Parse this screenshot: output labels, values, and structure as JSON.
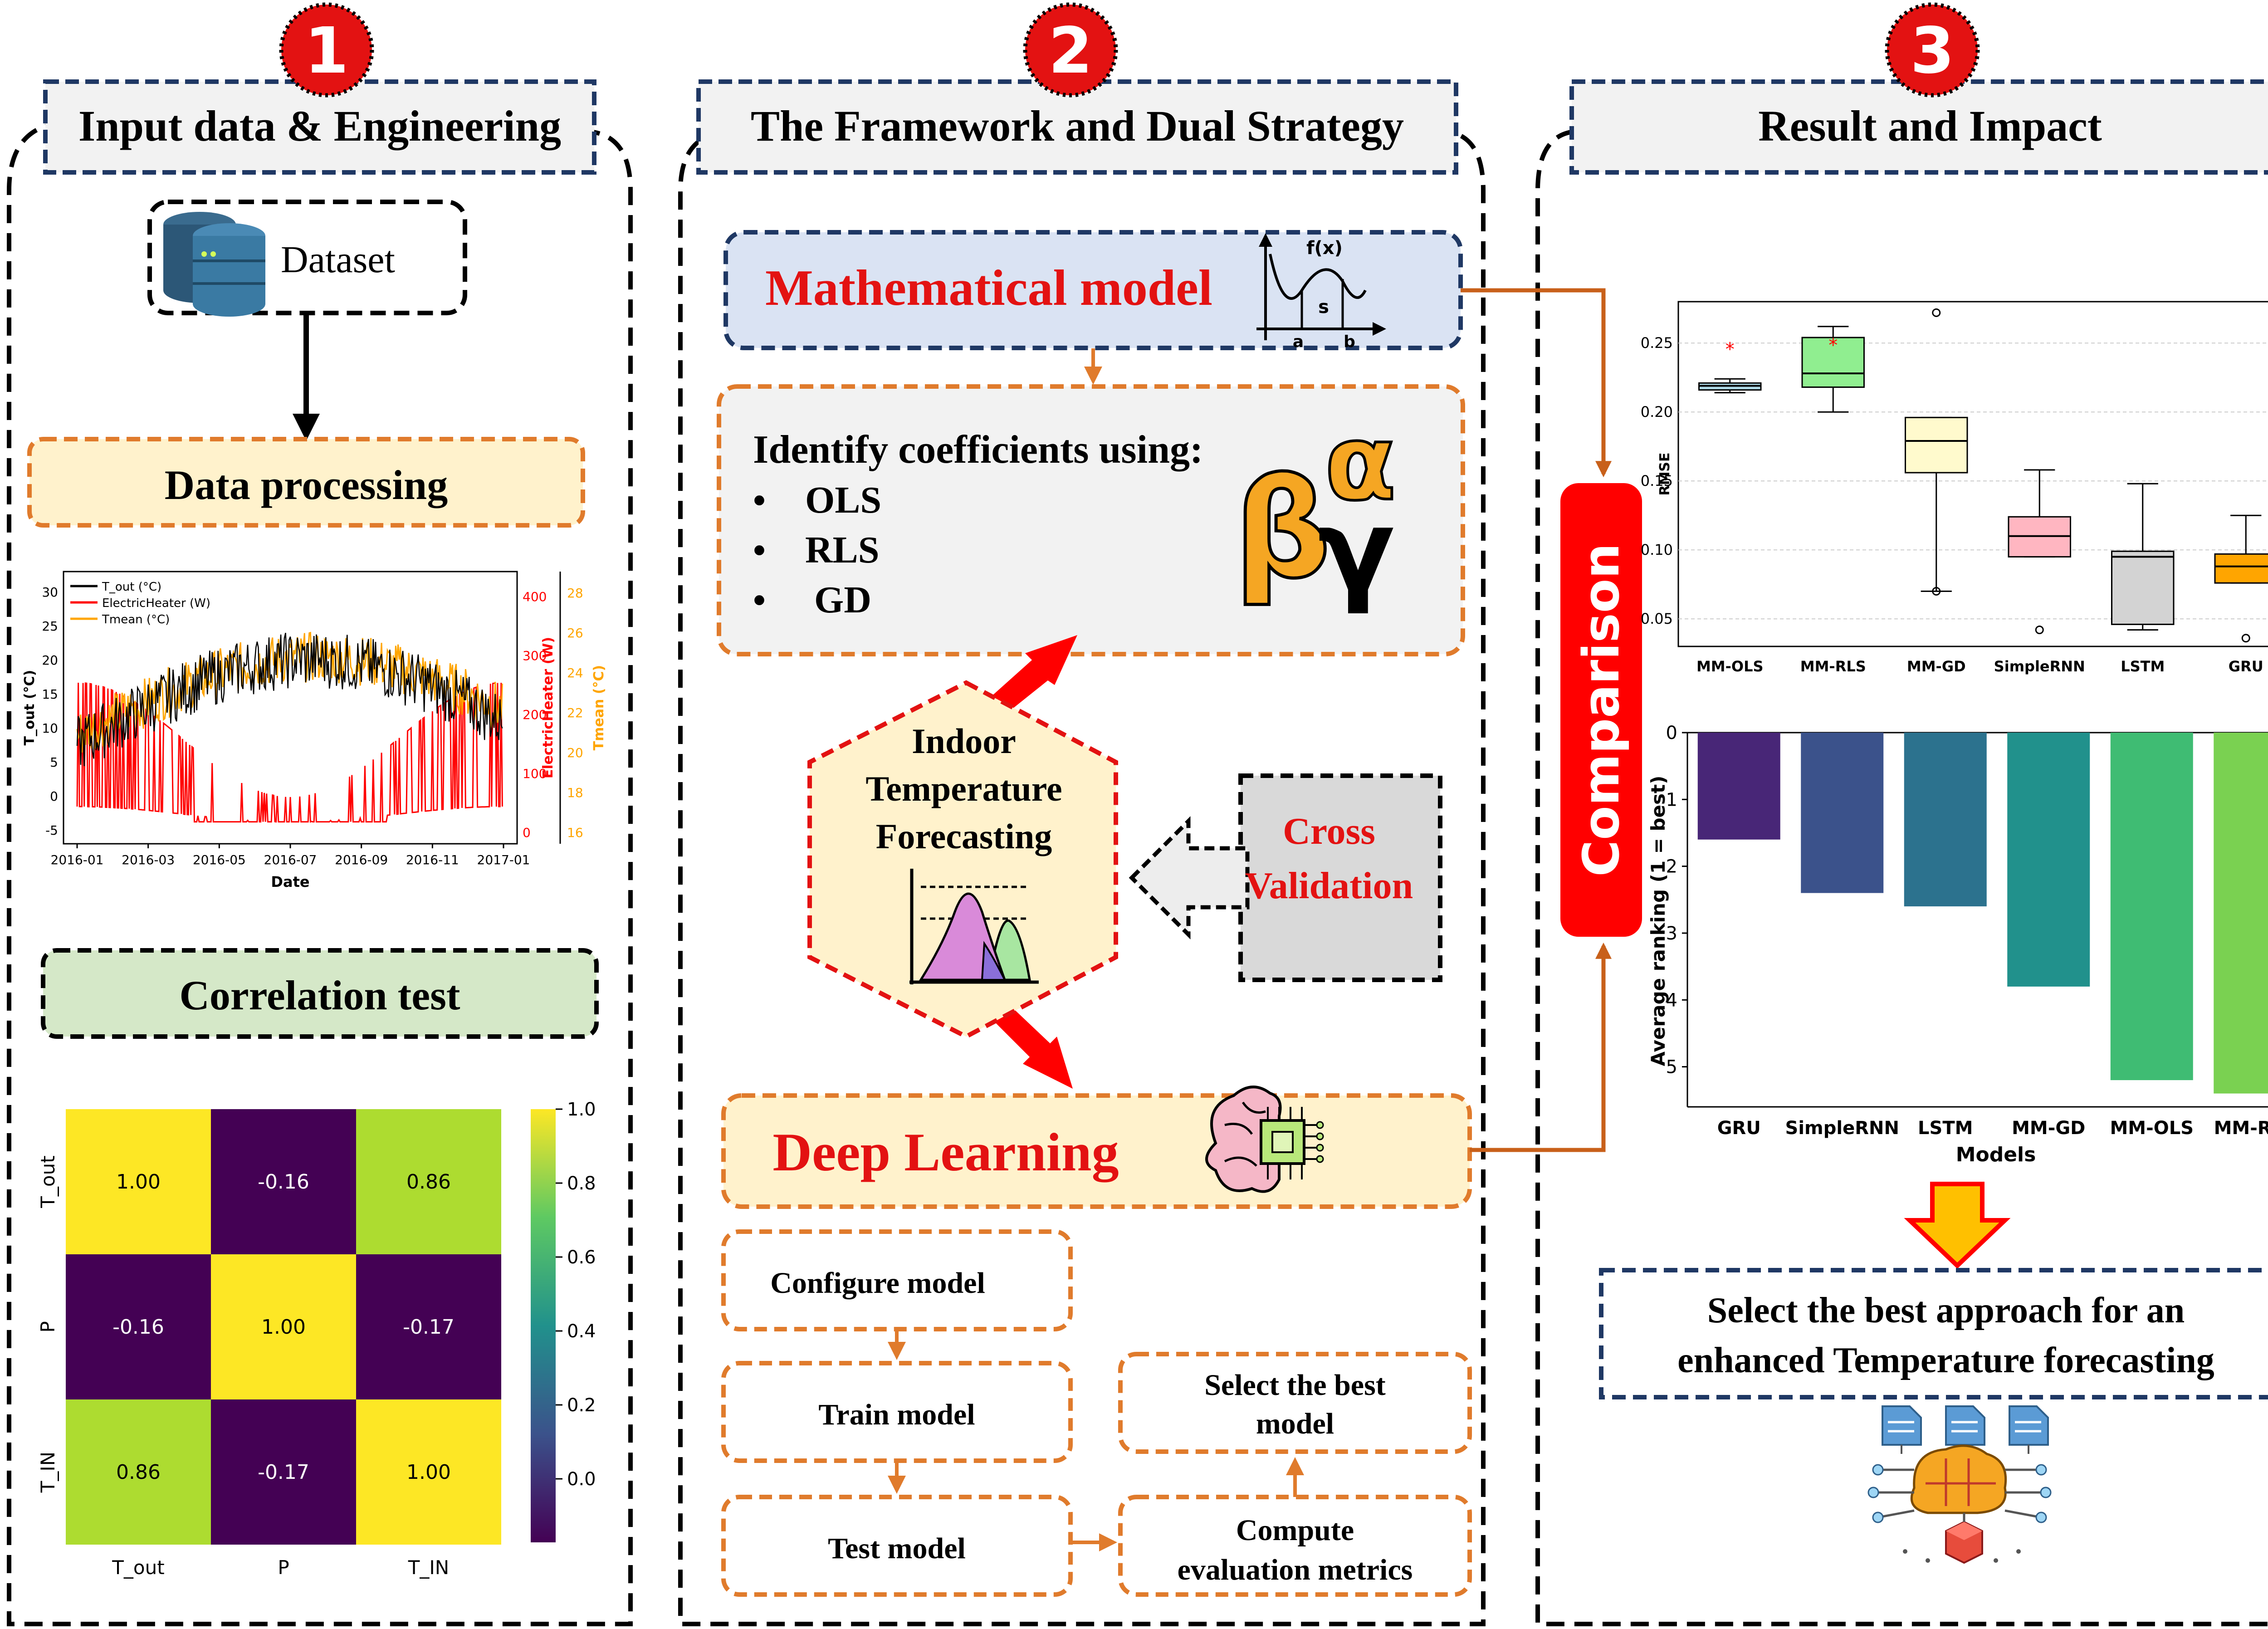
{
  "panels": [
    {
      "number": "1",
      "title": "Input data & Engineering"
    },
    {
      "number": "2",
      "title": "The Framework and Dual Strategy"
    },
    {
      "number": "3",
      "title": "Result and Impact"
    }
  ],
  "panel1": {
    "dataset": "Dataset",
    "processing": "Data processing",
    "correlation": "Correlation test",
    "timeseries": {
      "xlabel": "Date",
      "ylabel_left": "T_out (°C)",
      "ylabel_mid": "ElectricHeater (W)",
      "ylabel_right": "Tmean (°C)",
      "xticks": [
        "2016-01",
        "2016-03",
        "2016-05",
        "2016-07",
        "2016-09",
        "2016-11",
        "2017-01"
      ],
      "yticks_left": [
        "-5",
        "0",
        "5",
        "10",
        "15",
        "20",
        "25",
        "30"
      ],
      "yticks_mid": [
        "0",
        "100",
        "200",
        "300",
        "400"
      ],
      "yticks_right": [
        "16",
        "18",
        "20",
        "22",
        "24",
        "26",
        "28"
      ],
      "legend": [
        "T_out (°C)",
        "ElectricHeater (W)",
        "Tmean (°C)"
      ],
      "colors": {
        "t_out": "#000000",
        "heater": "#ff0000",
        "tmean": "#ffa500"
      }
    },
    "heatmap": {
      "labels": [
        "T_out",
        "P",
        "T_IN"
      ],
      "cells": [
        [
          "1.00",
          "-0.16",
          "0.86"
        ],
        [
          "-0.16",
          "1.00",
          "-0.17"
        ],
        [
          "0.86",
          "-0.17",
          "1.00"
        ]
      ],
      "colorbar_ticks": [
        "1.0",
        "0.8",
        "0.6",
        "0.4",
        "0.2",
        "0.0"
      ],
      "colors": {
        "high": "#fde725",
        "mid": "#addc30",
        "low": "#440154"
      }
    }
  },
  "panel2": {
    "math_model": "Mathematical model",
    "math_icon_labels": {
      "fx": "f(x)",
      "s": "s",
      "a": "a",
      "b": "b"
    },
    "identify_title": "Identify coefficients using:",
    "bullet": "•",
    "methods": [
      "OLS",
      "RLS",
      "GD"
    ],
    "greek": {
      "beta": "β",
      "alpha": "α",
      "gamma": "γ"
    },
    "hexagon_lines": [
      "Indoor",
      "Temperature",
      "Forecasting"
    ],
    "cross_validation": [
      "Cross",
      "Validation"
    ],
    "deep_learning": "Deep Learning",
    "steps": {
      "configure": "Configure model",
      "train": "Train model",
      "test": "Test model",
      "select": [
        "Select the best",
        "model"
      ],
      "compute": [
        "Compute",
        "evaluation metrics"
      ]
    }
  },
  "panel3": {
    "comparison": "Comparison",
    "select_best": [
      "Select the best approach for an",
      "enhanced Temperature forecasting"
    ]
  },
  "chart_data": [
    {
      "type": "box",
      "ylabel": "RMSE",
      "categories": [
        "MM-OLS",
        "MM-RLS",
        "MM-GD",
        "SimpleRNN",
        "LSTM",
        "GRU"
      ],
      "yticks": [
        "0.05",
        "0.10",
        "0.15",
        "0.20",
        "0.25"
      ],
      "ylim": [
        0.03,
        0.28
      ],
      "grid": true,
      "boxes": [
        {
          "min": 0.214,
          "q1": 0.216,
          "median": 0.219,
          "q3": 0.221,
          "max": 0.224,
          "outliers": [
            0.245
          ],
          "color": "#add8e6"
        },
        {
          "min": 0.2,
          "q1": 0.218,
          "median": 0.228,
          "q3": 0.254,
          "max": 0.262,
          "outliers": [
            0.248
          ],
          "color": "#90ee90"
        },
        {
          "min": 0.07,
          "q1": 0.156,
          "median": 0.179,
          "q3": 0.196,
          "max": 0.196,
          "outliers": [
            0.272,
            0.07
          ],
          "color": "#fffacd"
        },
        {
          "min": 0.095,
          "q1": 0.095,
          "median": 0.11,
          "q3": 0.124,
          "max": 0.158,
          "outliers": [
            0.042
          ],
          "color": "#ffb6c1"
        },
        {
          "min": 0.042,
          "q1": 0.046,
          "median": 0.095,
          "q3": 0.099,
          "max": 0.148,
          "outliers": [],
          "color": "#d3d3d3"
        },
        {
          "min": 0.076,
          "q1": 0.076,
          "median": 0.088,
          "q3": 0.097,
          "max": 0.125,
          "outliers": [
            0.036
          ],
          "color": "#ffa500"
        }
      ]
    },
    {
      "type": "bar",
      "xlabel": "Models",
      "ylabel": "Average ranking (1 = best)",
      "categories": [
        "GRU",
        "SimpleRNN",
        "LSTM",
        "MM-GD",
        "MM-OLS",
        "MM-RLS"
      ],
      "values": [
        1.6,
        2.4,
        2.6,
        3.8,
        5.2,
        5.4
      ],
      "yticks": [
        "0",
        "1",
        "2",
        "3",
        "4",
        "5"
      ],
      "ylim": [
        0,
        5.6
      ],
      "inverted": true,
      "colors": [
        "#482677",
        "#3b528b",
        "#2c728e",
        "#21918c",
        "#3fbc73",
        "#7ad151"
      ]
    }
  ]
}
